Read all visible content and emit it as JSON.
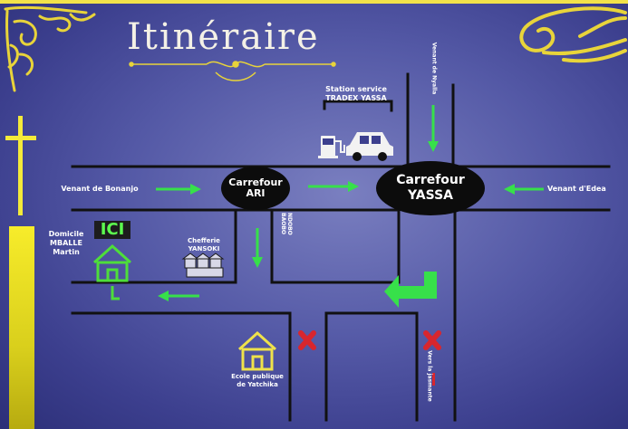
{
  "title": "Itinéraire",
  "labels": {
    "carrefour_ari_line1": "Carrefour",
    "carrefour_ari_line2": "ARI",
    "carrefour_yassa_line1": "Carrefour",
    "carrefour_yassa_line2": "YASSA",
    "station_line1": "Station service",
    "station_line2": "TRADEX YASSA",
    "venant_bonanjo": "Venant de Bonanjo",
    "venant_edea": "Venant d'Edea",
    "venant_nyalla": "Venant de Nyalla",
    "domicile_line1": "Domicile",
    "domicile_line2": "MBALLE",
    "domicile_line3": "Martin",
    "ici": "ICI",
    "chefferie_line1": "Chefferie",
    "chefferie_line2": "YANSOKI",
    "ndobo_line1": "NDOBO",
    "ndobo_line2": "BAOBO",
    "ecole_line1": "Ecole publique",
    "ecole_line2": "de Yatchika",
    "vers_jasmante": "Vers la jasmante"
  },
  "colors": {
    "road": "#111111",
    "arrow": "#37e04a",
    "gold": "#e8d43a",
    "cross": "#d8262e",
    "house_green": "#4ede3a",
    "house_yellow": "#efe24a"
  },
  "icons": {
    "gas_pump": "gas-pump-icon",
    "car": "car-icon",
    "house": "house-icon",
    "cross": "cross-icon",
    "christian_cross": "christian-cross-icon"
  }
}
